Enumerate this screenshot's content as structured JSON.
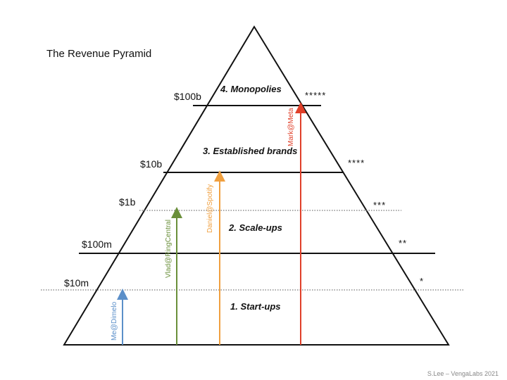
{
  "title": "The Revenue Pyramid",
  "footer": "S.Lee – VengaLabs 2021",
  "levels": [
    {
      "label": "4. Monopolies"
    },
    {
      "label": "3. Established brands"
    },
    {
      "label": "2. Scale-ups"
    },
    {
      "label": "1. Start-ups"
    }
  ],
  "thresholds": [
    {
      "amount": "$100b",
      "stars": "*****"
    },
    {
      "amount": "$10b",
      "stars": "****"
    },
    {
      "amount": "$1b",
      "stars": "***"
    },
    {
      "amount": "$100m",
      "stars": "**"
    },
    {
      "amount": "$10m",
      "stars": "*"
    }
  ],
  "arrows": [
    {
      "label": "Me@Dimelo",
      "color": "#5b8fc9"
    },
    {
      "label": "Vlad@RingCentral",
      "color": "#6a8f3a"
    },
    {
      "label": "Daniel@Spotify",
      "color": "#f0a040"
    },
    {
      "label": "Mark@Meta",
      "color": "#e0402a"
    }
  ],
  "colors": {
    "line": "#111111",
    "dotted": "#777777"
  }
}
